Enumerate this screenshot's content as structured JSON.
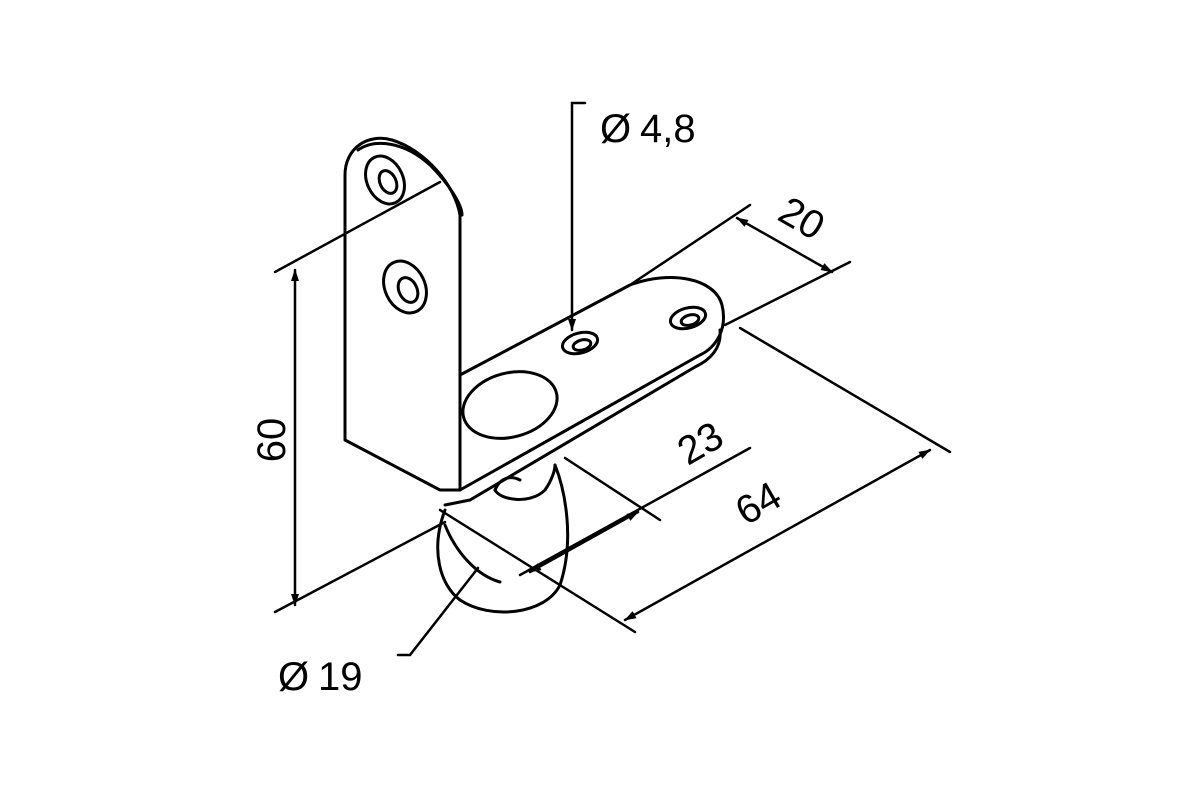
{
  "diagram": {
    "dimensions": {
      "height": "60",
      "plate_width": "20",
      "offset": "23",
      "length": "64"
    },
    "diameters": {
      "hole": "4,8",
      "pin": "19"
    },
    "diameter_symbol": "Ø"
  }
}
